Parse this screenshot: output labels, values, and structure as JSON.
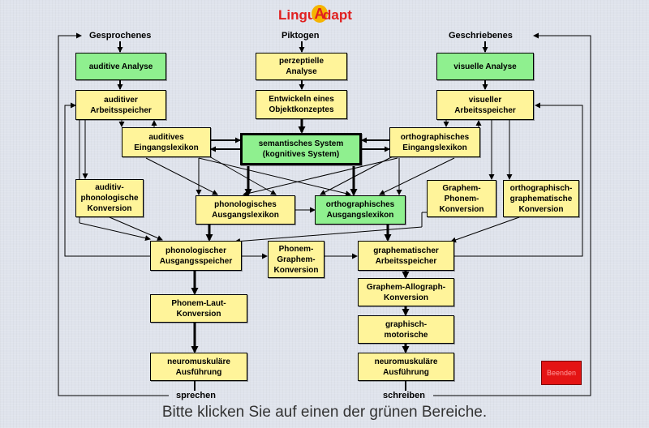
{
  "logo": {
    "part1": "Lingu",
    "badge": "A",
    "part2": "dapt"
  },
  "columns": {
    "spoken": "Gesprochenes",
    "pictograms": "Piktogen",
    "written": "Geschriebenes"
  },
  "outputs": {
    "speak": "sprechen",
    "write": "schreiben"
  },
  "boxes": {
    "auditive_analyse": "auditive Analyse",
    "perzeptielle_analyse": "perzeptielle\nAnalyse",
    "visuelle_analyse": "visuelle Analyse",
    "auditiver_arbeitsspeicher": "auditiver\nArbeitsspeicher",
    "objektkonzepte": "Entwickeln eines\nObjektkonzeptes",
    "visueller_arbeitsspeicher": "visueller\nArbeitsspeicher",
    "auditives_eingangslexikon": "auditives\nEingangslexikon",
    "semantisches_system": "semantisches System\n(kognitives System)",
    "orthographisches_eingangslexikon": "orthographisches\nEingangslexikon",
    "auditiv_phonologische_konversion": "auditiv-\nphonologische\nKonversion",
    "phonologisches_ausgangslexikon": "phonologisches\nAusgangslexikon",
    "orthographisches_ausgangslexikon": "orthographisches\nAusgangslexikon",
    "graphem_phonem_konversion": "Graphem-\nPhonem-\nKonversion",
    "orthographisch_graphematische_konversion": "orthographisch-\ngraphematische\nKonversion",
    "phonologischer_ausgangsspeicher": "phonologischer\nAusgangsspeicher",
    "phonem_graphem_konversion": "Phonem-\nGraphem-\nKonversion",
    "graphematischer_arbeitsspeicher": "graphematischer\nArbeitsspeicher",
    "phonem_laut_konversion": "Phonem-Laut-\nKonversion",
    "graphem_allograph_konversion": "Graphem-Allograph-\nKonversion",
    "graphisch_motorische": "graphisch-\nmotorische",
    "neuromuskulaere_ausfuehrung_sprechen": "neuromuskuläre\nAusführung",
    "neuromuskulaere_ausfuehrung_schreiben": "neuromuskuläre\nAusführung"
  },
  "quit_button": "Beenden",
  "instruction": "Bitte klicken Sie auf einen der grünen Bereiche.",
  "colors": {
    "box_fill": "#fff49a",
    "active_fill": "#8ff08f",
    "quit_fill": "#e41414",
    "logo_red": "#e02020",
    "logo_badge": "#f5b400"
  }
}
